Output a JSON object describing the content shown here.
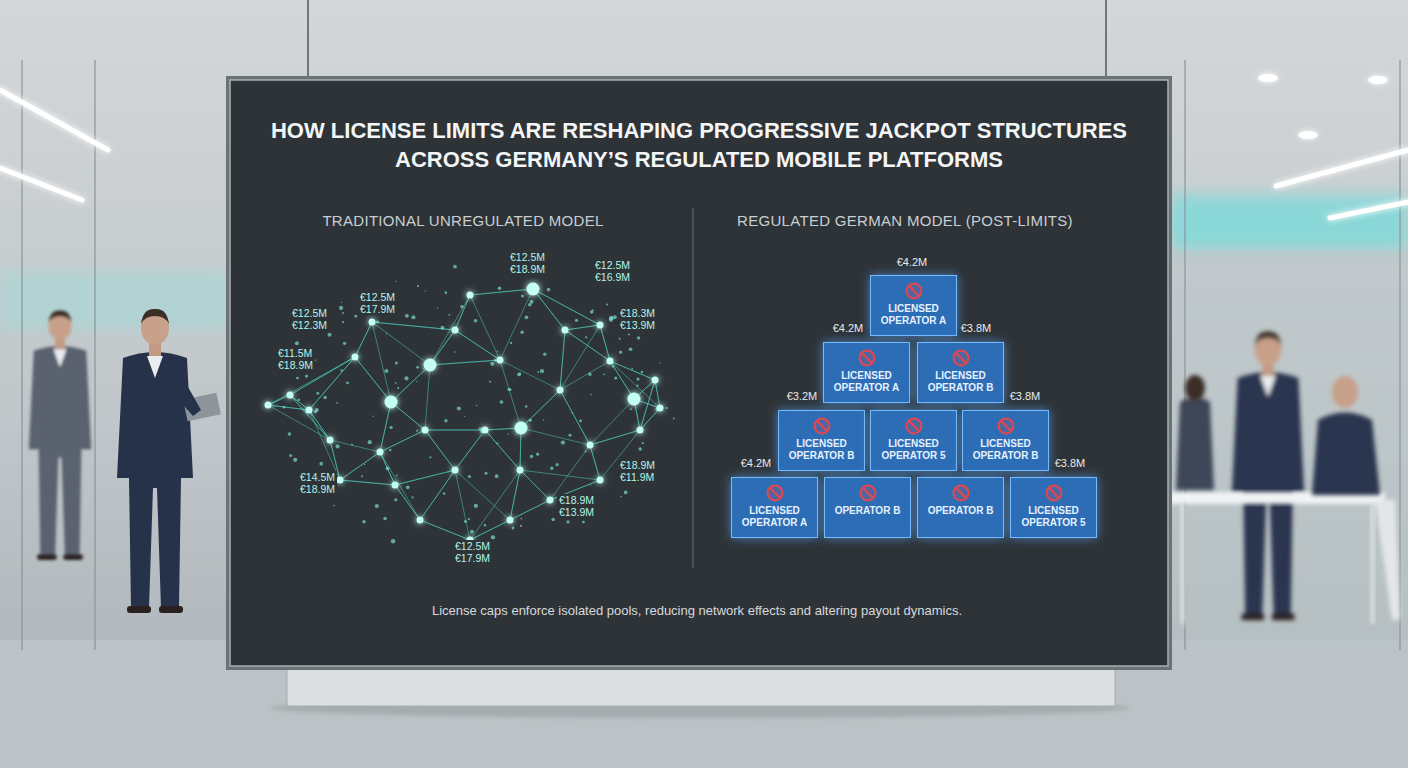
{
  "diagram": {
    "title": "HOW LICENSE LIMITS ARE RESHAPING PROGRESSIVE JACKPOT STRUCTURES ACROSS GERMANY’S REGULATED MOBILE PLATFORMS",
    "caption": "License caps enforce isolated pools, reducing network effects and altering payout dynamics.",
    "nodes": [
      {
        "text": [
          "LICENSED OPERATOR A"
        ]
      },
      {
        "text": [
          "LICENSED OPERATOR A"
        ]
      },
      {
        "text": [
          "LICENSED OPERATOR B"
        ]
      },
      {
        "text": [
          "LICENSED OPERATOR B"
        ]
      },
      {
        "text": [
          "LICENSED OPERATOR 5"
        ]
      },
      {
        "text": [
          "LICENSED OPERATOR B"
        ]
      },
      {
        "text": [
          "LICENSED OPERATOR A"
        ]
      },
      {
        "text": [
          "OPERATOR B"
        ]
      },
      {
        "text": [
          "OPERATOR B"
        ]
      },
      {
        "text": [
          "LICENSED OPERATOR 5"
        ]
      }
    ],
    "labels": [
      "TRADITIONAL UNREGULATED MODEL",
      "REGULATED GERMAN MODEL (POST-LIMITS)",
      "€12.5M",
      "€18.9M",
      "€12.5M",
      "€16.9M",
      "€12.5M",
      "€17.9M",
      "€12.5M",
      "€12.3M",
      "€18.3M",
      "€13.9M",
      "€11.5M",
      "€18.9M",
      "€18.9M",
      "€11.9M",
      "€14.5M",
      "€18.9M",
      "€18.9M",
      "€13.9M",
      "€12.5M",
      "€17.9M",
      "€4.2M",
      "€4.2M",
      "€3.8M",
      "€3.2M",
      "€3.8M",
      "€4.2M",
      "€3.8M"
    ]
  }
}
